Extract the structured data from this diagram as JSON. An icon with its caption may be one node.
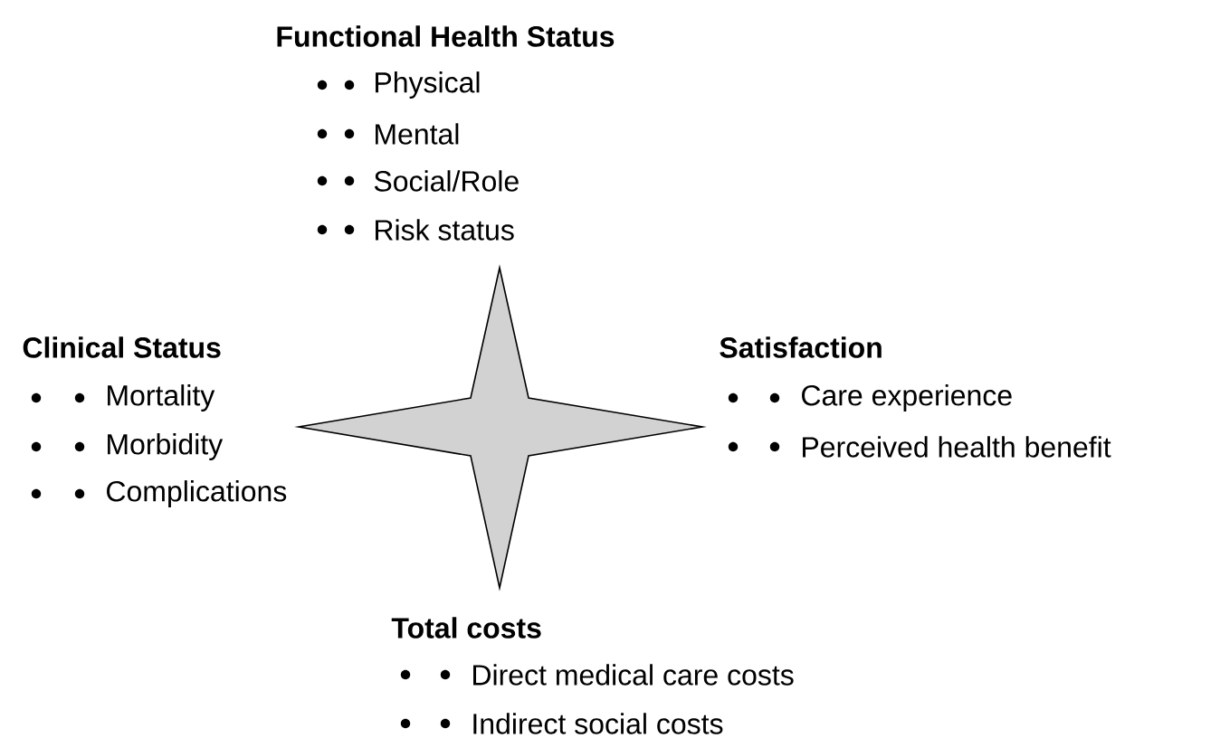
{
  "diagram": {
    "labels": [
      "Functional Health Status",
      "Physical",
      "Mental",
      "Social/Role",
      "Risk status",
      "Clinical Status",
      "Mortality",
      "Morbidity",
      "Complications",
      "Satisfaction",
      "Care experience",
      "Perceived health benefit",
      "Total costs",
      "Direct medical care costs",
      "Indirect social costs"
    ]
  }
}
